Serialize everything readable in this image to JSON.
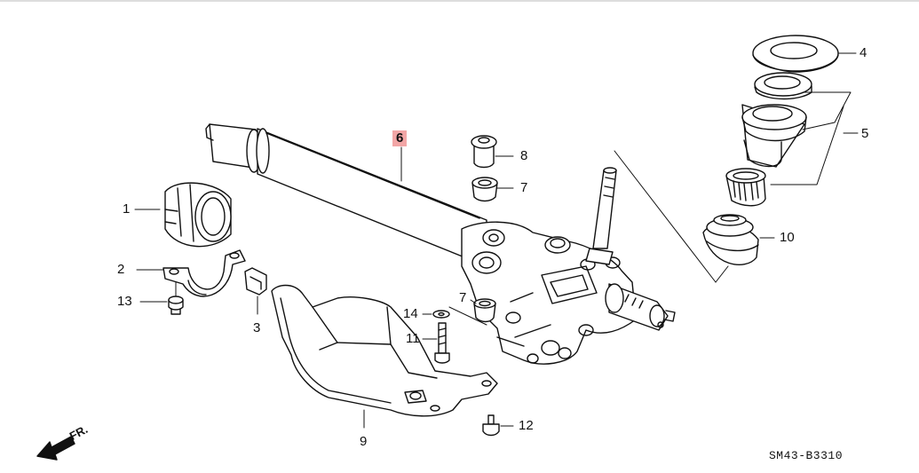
{
  "diagram": {
    "drawing_code": "SM43-B3310",
    "direction_label": "FR.",
    "callouts": [
      {
        "id": "c1",
        "label": "1"
      },
      {
        "id": "c2",
        "label": "2"
      },
      {
        "id": "c3",
        "label": "3"
      },
      {
        "id": "c4",
        "label": "4"
      },
      {
        "id": "c5",
        "label": "5"
      },
      {
        "id": "c6",
        "label": "6",
        "highlight": true
      },
      {
        "id": "c7a",
        "label": "7"
      },
      {
        "id": "c7b",
        "label": "7"
      },
      {
        "id": "c8",
        "label": "8"
      },
      {
        "id": "c9",
        "label": "9"
      },
      {
        "id": "c10",
        "label": "10"
      },
      {
        "id": "c11",
        "label": "11"
      },
      {
        "id": "c12",
        "label": "12"
      },
      {
        "id": "c13",
        "label": "13"
      },
      {
        "id": "c14",
        "label": "14"
      }
    ],
    "colors": {
      "line": "#111111",
      "highlight": "#f2a6a6"
    }
  }
}
